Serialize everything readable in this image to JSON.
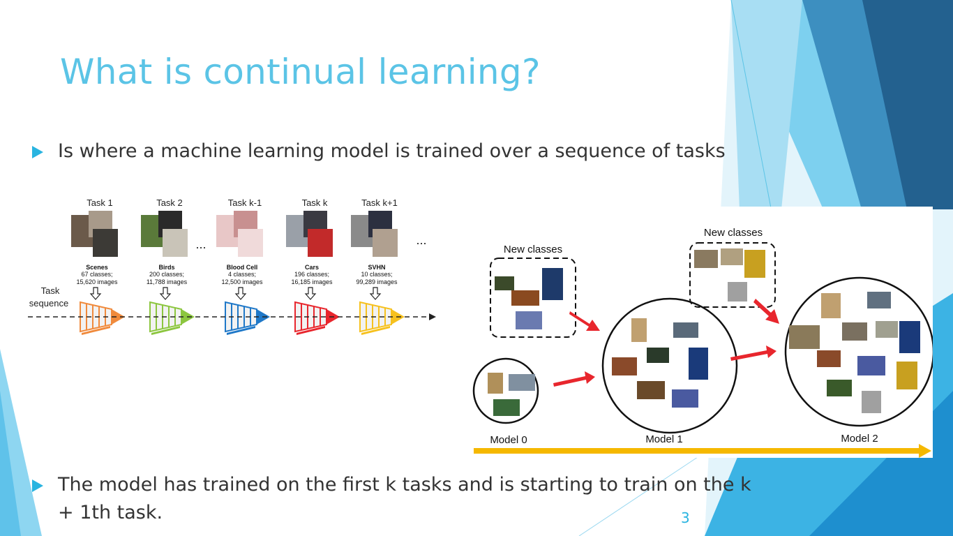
{
  "slide": {
    "title": "What is continual learning?",
    "bullets": [
      {
        "text": "Is where a machine learning model is trained over a sequence of tasks"
      },
      {
        "text": "The model has trained on the first k tasks and is starting to train on the k + 1th task."
      }
    ],
    "page_number": "3"
  },
  "task_sequence": {
    "label_line1": "Task",
    "label_line2": "sequence",
    "ellipsis": "...",
    "tasks": [
      {
        "name": "Task 1",
        "dataset": "Scenes",
        "classes": "67 classes;",
        "images": "15,620 images",
        "color": "#f08a3c"
      },
      {
        "name": "Task 2",
        "dataset": "Birds",
        "classes": "200 classes;",
        "images": "11,788 images",
        "color": "#8cc63f"
      },
      {
        "name": "Task k-1",
        "dataset": "Blood Cell",
        "classes": "4 classes;",
        "images": "12,500 images",
        "color": "#1f78c8"
      },
      {
        "name": "Task k",
        "dataset": "Cars",
        "classes": "196 classes;",
        "images": "16,185 images",
        "color": "#e8262d"
      },
      {
        "name": "Task k+1",
        "dataset": "SVHN",
        "classes": "10 classes;",
        "images": "99,289 images",
        "color": "#f6c11e"
      }
    ]
  },
  "models_figure": {
    "new_classes_label": "New classes",
    "models": [
      "Model 0",
      "Model 1",
      "Model 2"
    ],
    "arrow_color": "#e8262d",
    "timeline_color": "#f5b800"
  },
  "theme": {
    "accent": "#29b4e0",
    "title_color": "#5bc4e6"
  }
}
